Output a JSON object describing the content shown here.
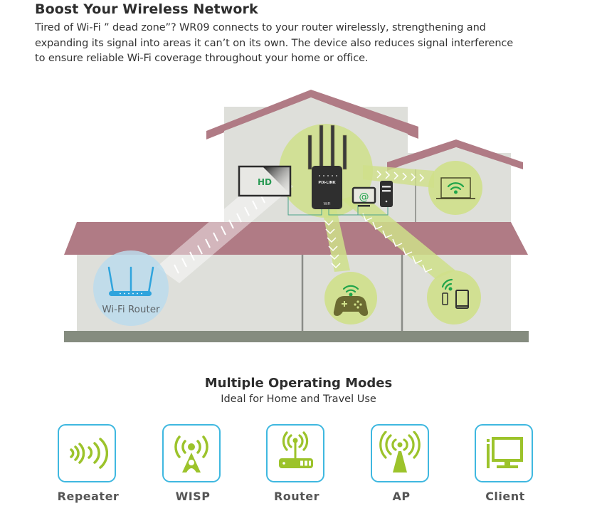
{
  "header": {
    "title": "Boost Your Wireless Network",
    "intro_lines": [
      "Tired of Wi-Fi ” dead zone”? WR09 connects to your router wirelessly, strengthening and",
      "expanding its signal into areas it can’t on its own. The device also reduces signal interference",
      "to ensure reliable Wi-Fi coverage throughout your home or office."
    ]
  },
  "scene": {
    "router_label": "Wi-Fi Router",
    "tv_label": "HD",
    "repeater_brand": "PIX-LINK",
    "repeater_badge": "WiFi",
    "computer_symbol": "@",
    "colors": {
      "roof": "#b07b85",
      "wall": "#dedfda",
      "ground": "#858c7f",
      "signal_halo": "#cfe08a",
      "router_halo": "#bcdcec",
      "router_blue": "#2fa4dd",
      "wifi_green": "#1fa44a",
      "device_dark": "#2f2f2f"
    }
  },
  "modes": {
    "title": "Multiple Operating Modes",
    "subtitle": "Ideal for Home and Travel Use",
    "border_color": "#3fb8e0",
    "icon_color": "#9cc32b",
    "items": [
      {
        "label": "Repeater",
        "icon": "repeater-waves-icon"
      },
      {
        "label": "WISP",
        "icon": "wisp-tower-icon"
      },
      {
        "label": "Router",
        "icon": "router-icon"
      },
      {
        "label": "AP",
        "icon": "access-point-icon"
      },
      {
        "label": "Client",
        "icon": "client-monitor-icon"
      }
    ]
  }
}
